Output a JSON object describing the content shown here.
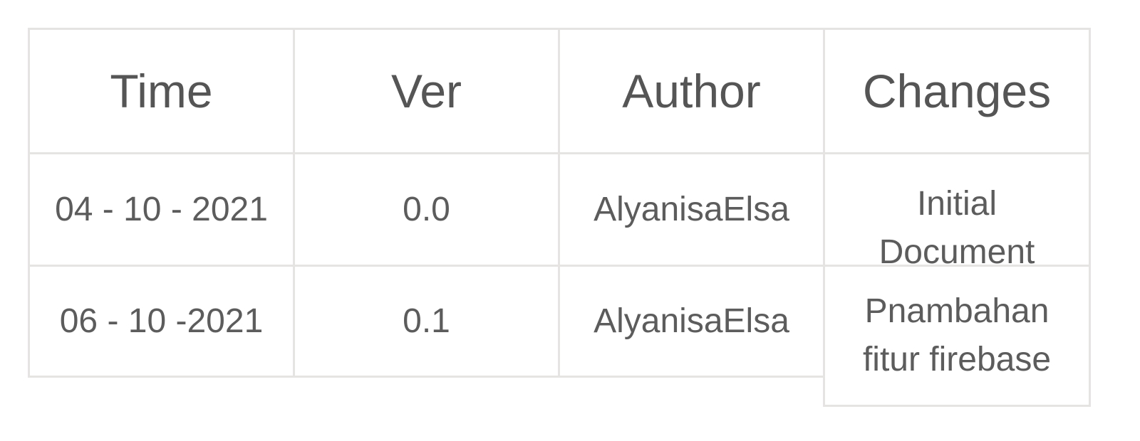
{
  "table": {
    "headers": [
      "Time",
      "Ver",
      "Author",
      "Changes"
    ],
    "rows": [
      {
        "time": "04 - 10 - 2021",
        "ver": "0.0",
        "author": "AlyanisaElsa",
        "changes": [
          "Initial",
          "Document"
        ]
      },
      {
        "time": "06 - 10 -2021",
        "ver": "0.1",
        "author": "AlyanisaElsa",
        "changes": [
          "Pnambahan",
          "fitur firebase"
        ]
      }
    ]
  }
}
